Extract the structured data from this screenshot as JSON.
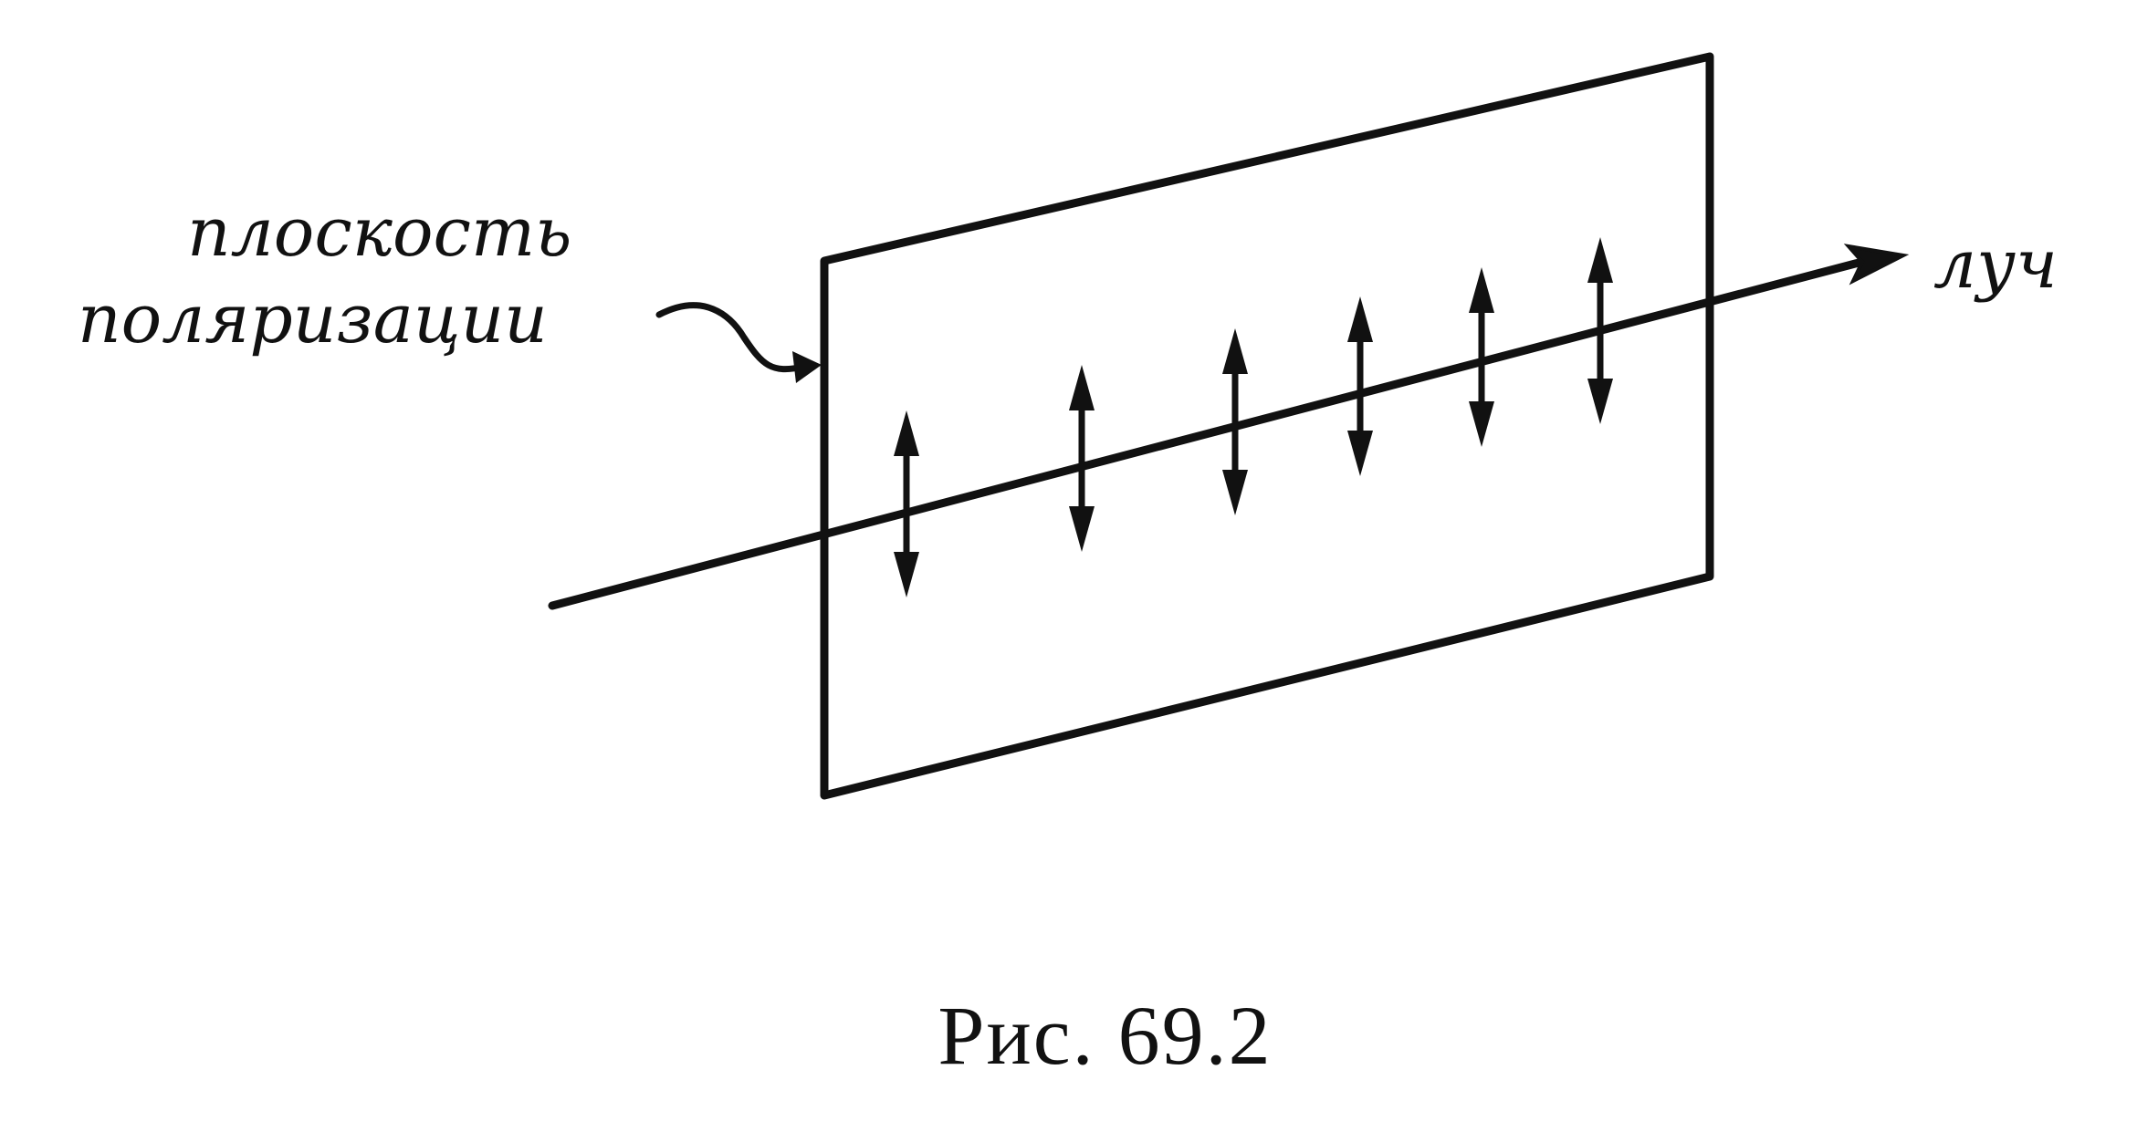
{
  "diagram": {
    "label_plane_line1": "плоскость",
    "label_plane_line2": "поляризации",
    "label_beam": "луч",
    "caption": "Рис. 69.2",
    "ink_color": "#111111",
    "background_color": "#ffffff"
  }
}
